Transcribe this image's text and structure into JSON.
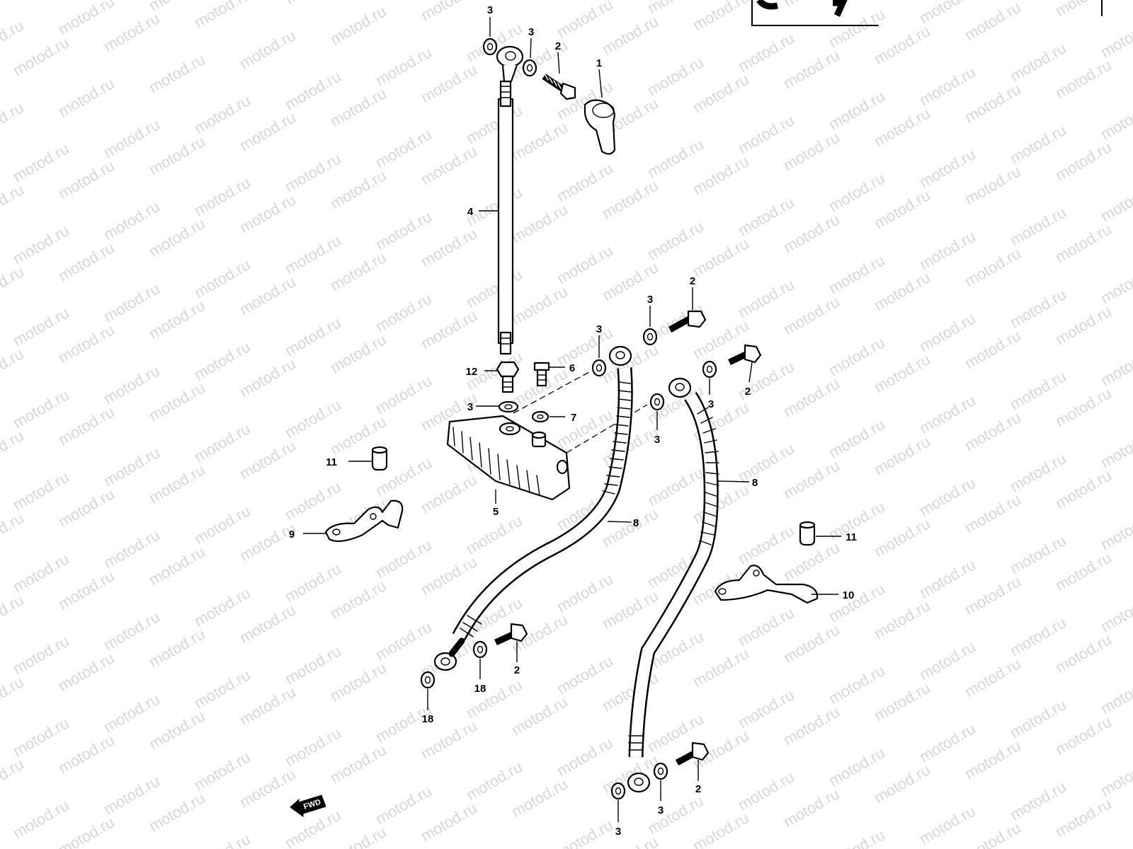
{
  "watermark_text": "motod.ru",
  "fwd_label": "FWD",
  "callouts": {
    "c1": "1",
    "c2a": "2",
    "c2b": "2",
    "c2c": "2",
    "c2d": "2",
    "c2e": "2",
    "c3a": "3",
    "c3b": "3",
    "c3c": "3",
    "c3d": "3",
    "c3e": "3",
    "c3f": "3",
    "c3g": "3",
    "c3h": "3",
    "c3i": "3",
    "c4": "4",
    "c5": "5",
    "c6": "6",
    "c7": "7",
    "c8a": "8",
    "c8b": "8",
    "c9": "9",
    "c10": "10",
    "c11a": "11",
    "c11b": "11",
    "c12": "12",
    "c18a": "18",
    "c18b": "18"
  }
}
